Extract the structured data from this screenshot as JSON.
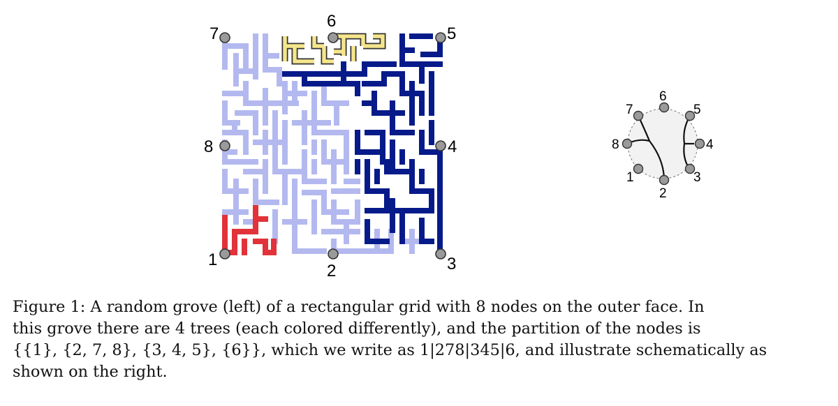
{
  "figure": {
    "left_panel": {
      "kind": "random grove on a rectangular grid",
      "trees": [
        {
          "color": "#b3b9ef",
          "nodes": [
            "2",
            "7",
            "8"
          ]
        },
        {
          "color": "#061a8a",
          "nodes": [
            "3",
            "4",
            "5"
          ]
        },
        {
          "color": "#e2323a",
          "nodes": [
            "1"
          ]
        },
        {
          "color": "#f5e68c",
          "nodes": [
            "6"
          ]
        }
      ],
      "node_labels": [
        "7",
        "6",
        "5",
        "8",
        "4",
        "1",
        "2",
        "3"
      ]
    },
    "right_panel": {
      "kind": "schematic of the partition",
      "node_labels": [
        "6",
        "7",
        "5",
        "8",
        "4",
        "1",
        "3",
        "2"
      ]
    }
  },
  "caption": {
    "lines": [
      "Figure 1: A random grove (left) of a rectangular grid with 8 nodes on the outer face. In",
      "this grove there are 4 trees (each colored differently), and the partition of the nodes is",
      "{{1}, {2, 7, 8}, {3, 4, 5}, {6}}, which we write as 1|278|345|6, and illustrate schematically as",
      "shown on the right."
    ]
  }
}
